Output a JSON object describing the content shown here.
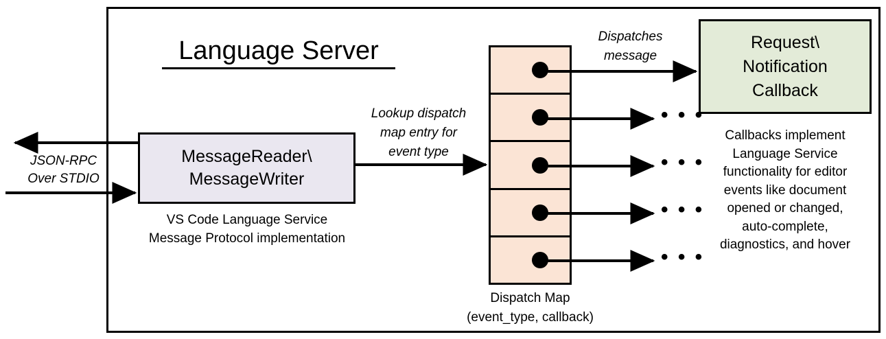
{
  "diagram": {
    "title": "Language Server",
    "frame_label": "Language Server"
  },
  "reader": {
    "label_line1": "MessageReader\\",
    "label_line2": "MessageWriter",
    "caption_line1": "VS Code Language Service",
    "caption_line2": "Message Protocol implementation",
    "fill_color": "#EAE7F0"
  },
  "transport": {
    "label_line1": "JSON-RPC",
    "label_line2": "Over STDIO"
  },
  "lookup": {
    "label_line1": "Lookup dispatch",
    "label_line2": "map entry for",
    "label_line3": "event type"
  },
  "dispatch": {
    "message_label_line1": "Dispatches",
    "message_label_line2": "message",
    "caption_line1": "Dispatch Map",
    "caption_line2": "(event_type, callback)",
    "fill_color": "#FBE4D5",
    "cell_count": 5,
    "cells": [
      {
        "id": "cell-1"
      },
      {
        "id": "cell-2"
      },
      {
        "id": "cell-3"
      },
      {
        "id": "cell-4"
      },
      {
        "id": "cell-5"
      }
    ],
    "ellipsis": "• • •"
  },
  "callback": {
    "label_line1": "Request\\",
    "label_line2": "Notification",
    "label_line3": "Callback",
    "fill_color": "#E3EBD8",
    "caption_line1": "Callbacks implement",
    "caption_line2": "Language Service",
    "caption_line3": "functionality for editor",
    "caption_line4": "events like document",
    "caption_line5": "opened or changed,",
    "caption_line6": "auto-complete,",
    "caption_line7": "diagnostics, and hover"
  },
  "colors": {
    "stroke": "#000000",
    "background": "#FFFFFF"
  }
}
